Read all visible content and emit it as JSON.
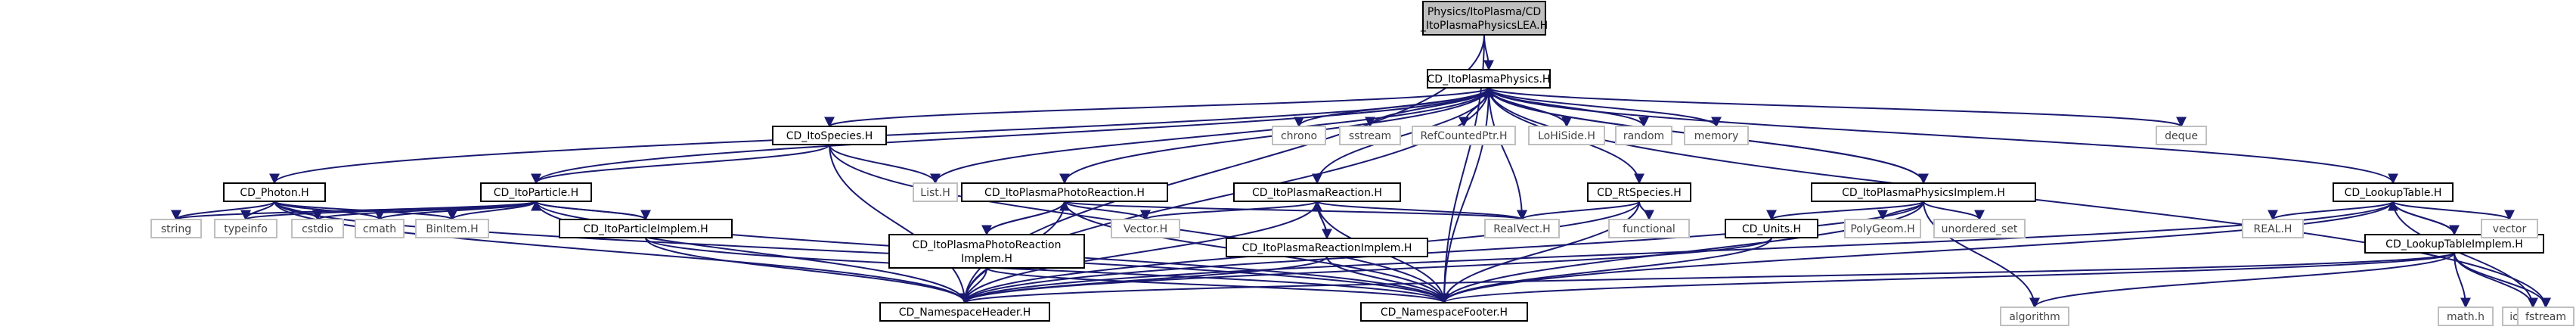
{
  "colors": {
    "edge": "#191970",
    "node_border": "#000000",
    "external_border": "#bfbfbf",
    "root_fill": "#bfbfbf",
    "background": "#ffffff"
  },
  "nodes": [
    {
      "id": "root",
      "lines": [
        "Physics/ItoPlasma/CD",
        "_ItoPlasmaPhysicsLEA.H"
      ],
      "kind": "root"
    },
    {
      "id": "phys",
      "lines": [
        "CD_ItoPlasmaPhysics.H"
      ],
      "kind": "main"
    },
    {
      "id": "itospecies",
      "lines": [
        "CD_ItoSpecies.H"
      ],
      "kind": "main"
    },
    {
      "id": "chrono",
      "lines": [
        "chrono"
      ],
      "kind": "ext"
    },
    {
      "id": "sstream",
      "lines": [
        "sstream"
      ],
      "kind": "ext"
    },
    {
      "id": "refcounted",
      "lines": [
        "RefCountedPtr.H"
      ],
      "kind": "ext"
    },
    {
      "id": "lohiside",
      "lines": [
        "LoHiSide.H"
      ],
      "kind": "ext"
    },
    {
      "id": "random",
      "lines": [
        "random"
      ],
      "kind": "ext"
    },
    {
      "id": "memory",
      "lines": [
        "memory"
      ],
      "kind": "ext"
    },
    {
      "id": "deque",
      "lines": [
        "deque"
      ],
      "kind": "ext"
    },
    {
      "id": "photon",
      "lines": [
        "CD_Photon.H"
      ],
      "kind": "main"
    },
    {
      "id": "itoparticle",
      "lines": [
        "CD_ItoParticle.H"
      ],
      "kind": "main"
    },
    {
      "id": "listh",
      "lines": [
        "List.H"
      ],
      "kind": "ext"
    },
    {
      "id": "photoreaction",
      "lines": [
        "CD_ItoPlasmaPhotoReaction.H"
      ],
      "kind": "main"
    },
    {
      "id": "reaction",
      "lines": [
        "CD_ItoPlasmaReaction.H"
      ],
      "kind": "main"
    },
    {
      "id": "rtspecies",
      "lines": [
        "CD_RtSpecies.H"
      ],
      "kind": "main"
    },
    {
      "id": "physimplem",
      "lines": [
        "CD_ItoPlasmaPhysicsImplem.H"
      ],
      "kind": "main"
    },
    {
      "id": "lookuptable",
      "lines": [
        "CD_LookupTable.H"
      ],
      "kind": "main"
    },
    {
      "id": "string",
      "lines": [
        "string"
      ],
      "kind": "ext"
    },
    {
      "id": "typeinfo",
      "lines": [
        "typeinfo"
      ],
      "kind": "ext"
    },
    {
      "id": "cstdio",
      "lines": [
        "cstdio"
      ],
      "kind": "ext"
    },
    {
      "id": "cmath",
      "lines": [
        "cmath"
      ],
      "kind": "ext"
    },
    {
      "id": "binitem",
      "lines": [
        "BinItem.H"
      ],
      "kind": "ext"
    },
    {
      "id": "particleimplem",
      "lines": [
        "CD_ItoParticleImplem.H"
      ],
      "kind": "main"
    },
    {
      "id": "photoreactionimplem",
      "lines": [
        "CD_ItoPlasmaPhotoReaction",
        "Implem.H"
      ],
      "kind": "main"
    },
    {
      "id": "vector",
      "lines": [
        "Vector.H"
      ],
      "kind": "ext"
    },
    {
      "id": "reactionimplem",
      "lines": [
        "CD_ItoPlasmaReactionImplem.H"
      ],
      "kind": "main"
    },
    {
      "id": "realvect",
      "lines": [
        "RealVect.H"
      ],
      "kind": "ext"
    },
    {
      "id": "functional",
      "lines": [
        "functional"
      ],
      "kind": "ext"
    },
    {
      "id": "units",
      "lines": [
        "CD_Units.H"
      ],
      "kind": "main"
    },
    {
      "id": "polygeom",
      "lines": [
        "PolyGeom.H"
      ],
      "kind": "ext"
    },
    {
      "id": "unorderedset",
      "lines": [
        "unordered_set"
      ],
      "kind": "ext"
    },
    {
      "id": "realh",
      "lines": [
        "REAL.H"
      ],
      "kind": "ext"
    },
    {
      "id": "lookupimplem",
      "lines": [
        "CD_LookupTableImplem.H"
      ],
      "kind": "main"
    },
    {
      "id": "stdvector",
      "lines": [
        "vector"
      ],
      "kind": "ext"
    },
    {
      "id": "nsheader",
      "lines": [
        "CD_NamespaceHeader.H"
      ],
      "kind": "main"
    },
    {
      "id": "nsfooter",
      "lines": [
        "CD_NamespaceFooter.H"
      ],
      "kind": "main"
    },
    {
      "id": "algorithm",
      "lines": [
        "algorithm"
      ],
      "kind": "ext"
    },
    {
      "id": "mathh",
      "lines": [
        "math.h"
      ],
      "kind": "ext"
    },
    {
      "id": "iostream",
      "lines": [
        "iostream"
      ],
      "kind": "ext"
    },
    {
      "id": "fstream",
      "lines": [
        "fstream"
      ],
      "kind": "ext"
    }
  ],
  "edges": [
    [
      "root",
      "phys"
    ],
    [
      "root",
      "nsheader"
    ],
    [
      "root",
      "nsfooter"
    ],
    [
      "phys",
      "itospecies"
    ],
    [
      "phys",
      "chrono"
    ],
    [
      "phys",
      "sstream"
    ],
    [
      "phys",
      "refcounted"
    ],
    [
      "phys",
      "lohiside"
    ],
    [
      "phys",
      "random"
    ],
    [
      "phys",
      "memory"
    ],
    [
      "phys",
      "deque"
    ],
    [
      "phys",
      "photon"
    ],
    [
      "phys",
      "itoparticle"
    ],
    [
      "phys",
      "listh"
    ],
    [
      "phys",
      "photoreaction"
    ],
    [
      "phys",
      "reaction"
    ],
    [
      "phys",
      "rtspecies"
    ],
    [
      "phys",
      "physimplem"
    ],
    [
      "phys",
      "lookuptable"
    ],
    [
      "phys",
      "realvect"
    ],
    [
      "phys",
      "nsheader"
    ],
    [
      "phys",
      "nsfooter"
    ],
    [
      "phys",
      "fstream"
    ],
    [
      "itospecies",
      "listh"
    ],
    [
      "itospecies",
      "itoparticle"
    ],
    [
      "itospecies",
      "nsheader"
    ],
    [
      "itospecies",
      "nsfooter"
    ],
    [
      "photon",
      "string"
    ],
    [
      "photon",
      "typeinfo"
    ],
    [
      "photon",
      "cstdio"
    ],
    [
      "photon",
      "cmath"
    ],
    [
      "photon",
      "binitem"
    ],
    [
      "photon",
      "nsheader"
    ],
    [
      "photon",
      "nsfooter"
    ],
    [
      "itoparticle",
      "string"
    ],
    [
      "itoparticle",
      "typeinfo"
    ],
    [
      "itoparticle",
      "cstdio"
    ],
    [
      "itoparticle",
      "cmath"
    ],
    [
      "itoparticle",
      "binitem"
    ],
    [
      "itoparticle",
      "particleimplem"
    ],
    [
      "itoparticle",
      "nsheader"
    ],
    [
      "itoparticle",
      "nsfooter"
    ],
    [
      "particleimplem",
      "itoparticle"
    ],
    [
      "particleimplem",
      "nsheader"
    ],
    [
      "particleimplem",
      "nsfooter"
    ],
    [
      "photoreaction",
      "vector"
    ],
    [
      "photoreaction",
      "realvect"
    ],
    [
      "photoreaction",
      "photoreactionimplem"
    ],
    [
      "photoreaction",
      "nsheader"
    ],
    [
      "photoreaction",
      "nsfooter"
    ],
    [
      "photoreactionimplem",
      "photoreaction"
    ],
    [
      "photoreactionimplem",
      "nsheader"
    ],
    [
      "photoreactionimplem",
      "nsfooter"
    ],
    [
      "reaction",
      "vector"
    ],
    [
      "reaction",
      "realvect"
    ],
    [
      "reaction",
      "reactionimplem"
    ],
    [
      "reaction",
      "nsheader"
    ],
    [
      "reaction",
      "nsfooter"
    ],
    [
      "reactionimplem",
      "reaction"
    ],
    [
      "reactionimplem",
      "nsheader"
    ],
    [
      "reactionimplem",
      "nsfooter"
    ],
    [
      "rtspecies",
      "realvect"
    ],
    [
      "rtspecies",
      "functional"
    ],
    [
      "rtspecies",
      "nsheader"
    ],
    [
      "rtspecies",
      "nsfooter"
    ],
    [
      "physimplem",
      "phys"
    ],
    [
      "physimplem",
      "units"
    ],
    [
      "physimplem",
      "polygeom"
    ],
    [
      "physimplem",
      "unorderedset"
    ],
    [
      "physimplem",
      "algorithm"
    ],
    [
      "physimplem",
      "nsheader"
    ],
    [
      "physimplem",
      "nsfooter"
    ],
    [
      "units",
      "nsheader"
    ],
    [
      "units",
      "nsfooter"
    ],
    [
      "lookuptable",
      "realh"
    ],
    [
      "lookuptable",
      "stdvector"
    ],
    [
      "lookuptable",
      "lookupimplem"
    ],
    [
      "lookuptable",
      "iostream"
    ],
    [
      "lookuptable",
      "nsheader"
    ],
    [
      "lookuptable",
      "nsfooter"
    ],
    [
      "lookupimplem",
      "lookuptable"
    ],
    [
      "lookupimplem",
      "algorithm"
    ],
    [
      "lookupimplem",
      "mathh"
    ],
    [
      "lookupimplem",
      "iostream"
    ],
    [
      "lookupimplem",
      "fstream"
    ],
    [
      "lookupimplem",
      "nsheader"
    ],
    [
      "lookupimplem",
      "nsfooter"
    ]
  ]
}
